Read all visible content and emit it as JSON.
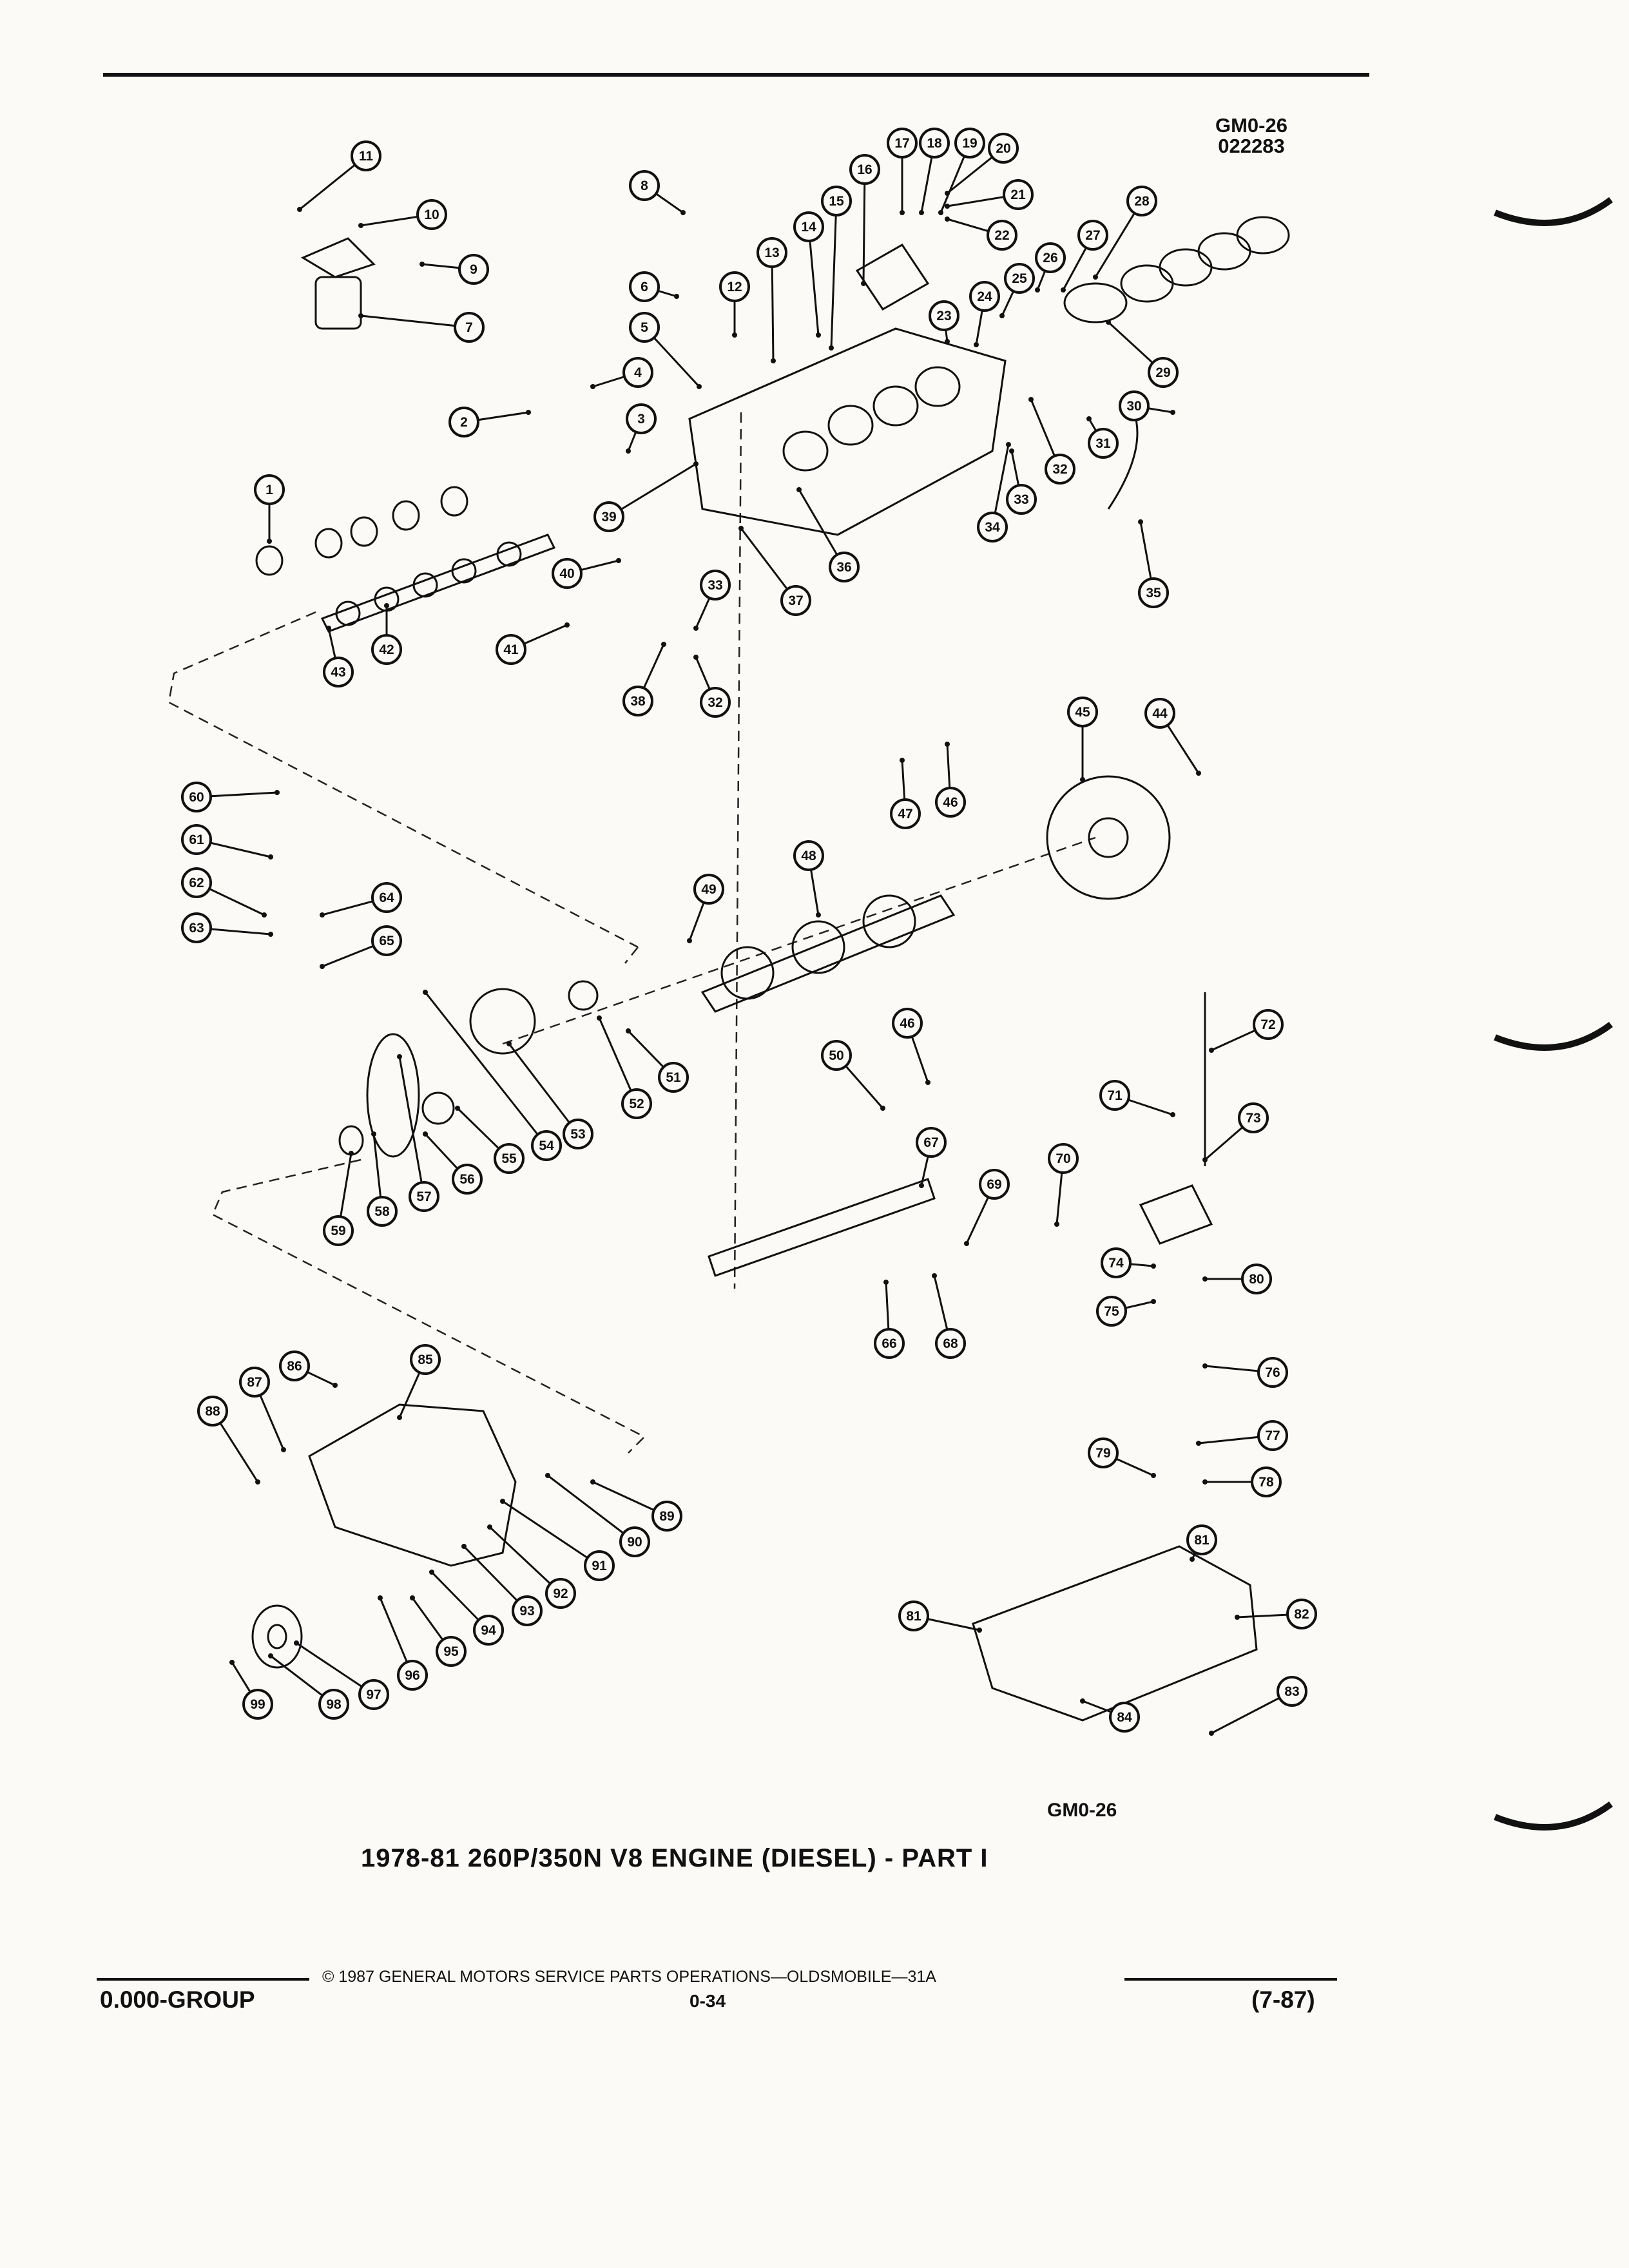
{
  "header": {
    "code": "GM0-26",
    "date": "022283"
  },
  "figure_code": "GM0-26",
  "caption": "1978-81 260P/350N V8 ENGINE (DIESEL) - PART I",
  "footer": {
    "copyright": "© 1987 GENERAL MOTORS SERVICE PARTS OPERATIONS—OLDSMOBILE—31A",
    "group": "0.000-GROUP",
    "page": "0-34",
    "revision": "(7-87)"
  },
  "callouts": [
    "1",
    "2",
    "3",
    "4",
    "5",
    "6",
    "7",
    "8",
    "9",
    "10",
    "11",
    "12",
    "13",
    "14",
    "15",
    "16",
    "17",
    "18",
    "19",
    "20",
    "21",
    "22",
    "23",
    "24",
    "25",
    "26",
    "27",
    "28",
    "29",
    "30",
    "31",
    "32",
    "33",
    "34",
    "35",
    "36",
    "37",
    "38",
    "39",
    "40",
    "41",
    "42",
    "43",
    "44",
    "45",
    "46",
    "47",
    "48",
    "49",
    "50",
    "51",
    "52",
    "53",
    "54",
    "55",
    "56",
    "57",
    "58",
    "59",
    "60",
    "61",
    "62",
    "63",
    "64",
    "65",
    "66",
    "67",
    "68",
    "69",
    "70",
    "71",
    "72",
    "73",
    "74",
    "75",
    "76",
    "77",
    "78",
    "79",
    "80",
    "81",
    "82",
    "83",
    "84",
    "85",
    "86",
    "87",
    "88",
    "89",
    "90",
    "91",
    "92",
    "93",
    "94",
    "95",
    "96",
    "97",
    "98",
    "99"
  ],
  "callouts_repeat": [
    "33",
    "32",
    "46",
    "81"
  ]
}
